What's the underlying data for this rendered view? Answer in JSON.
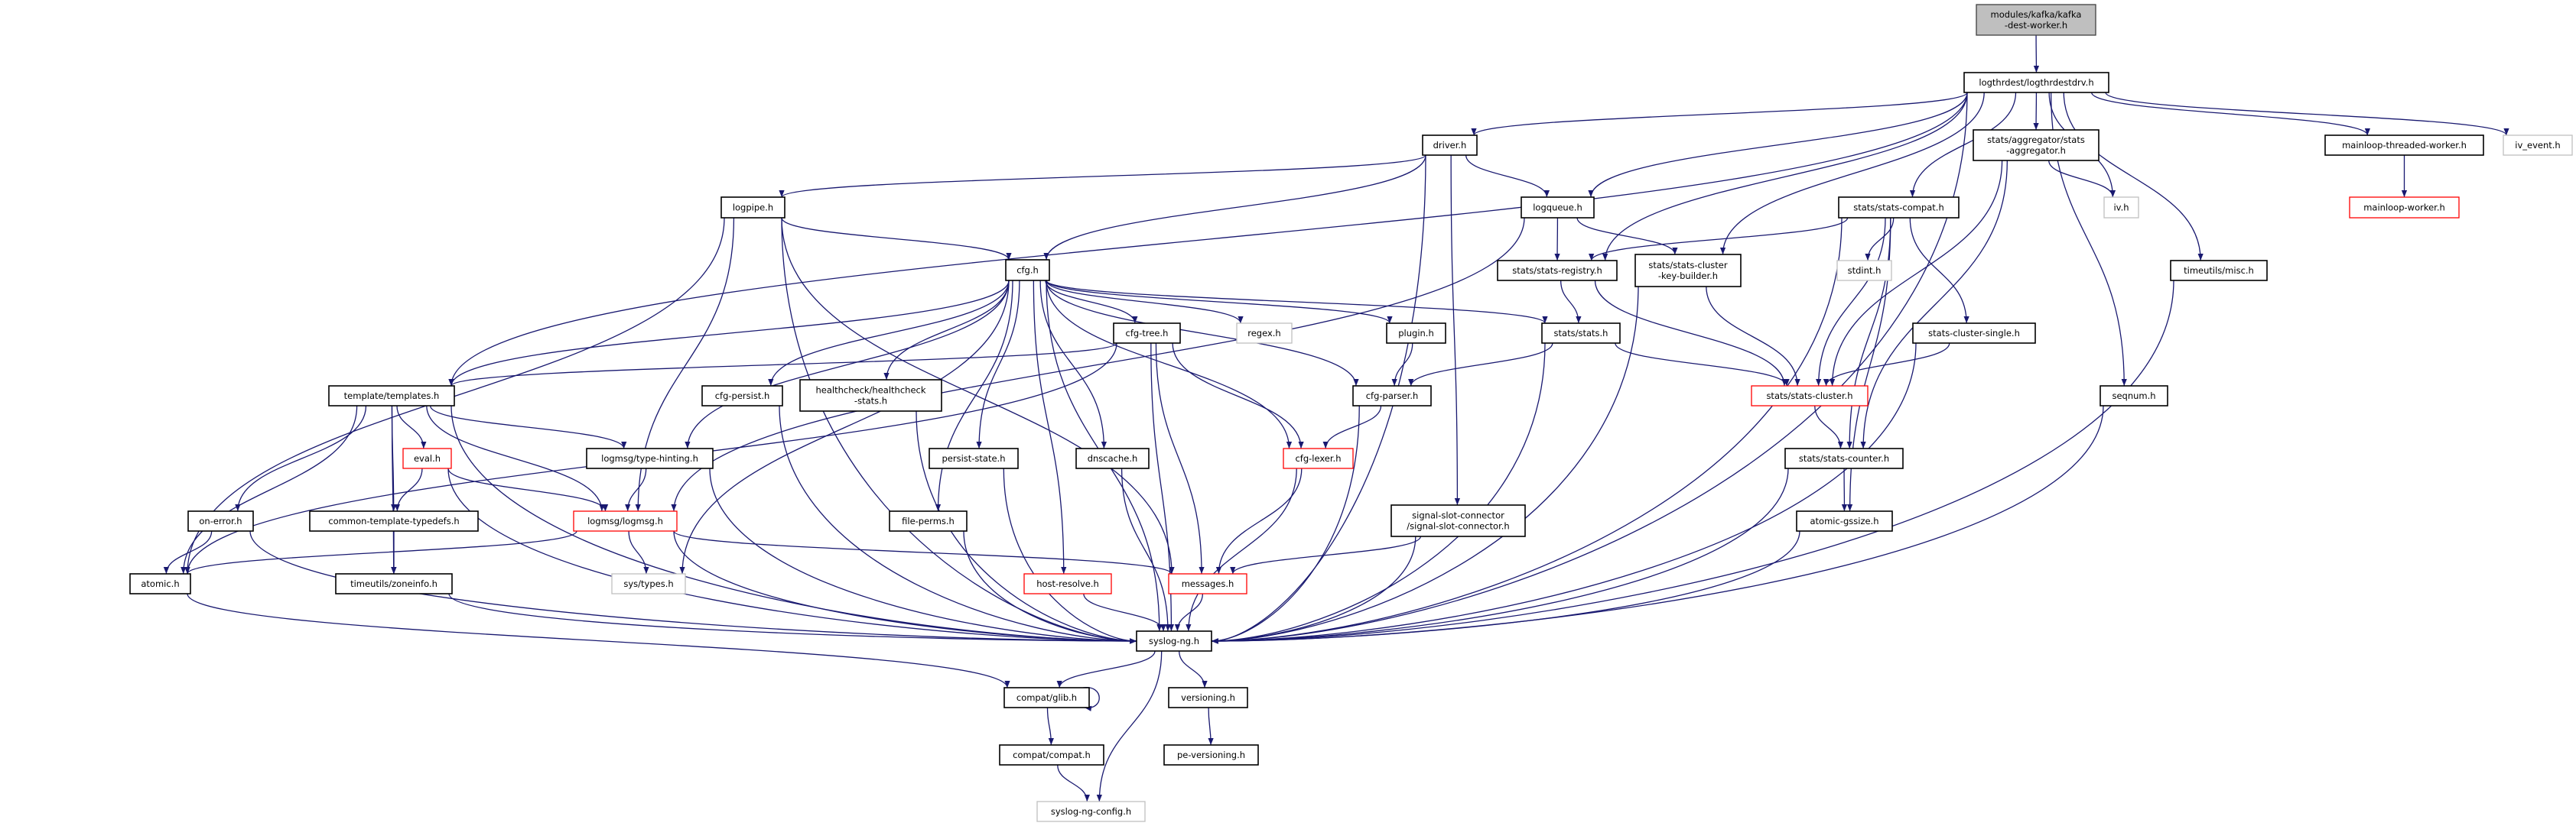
{
  "graph": {
    "edge_color": "#191970",
    "styles": {
      "root": {
        "fill": "#bfbfbf",
        "stroke": "#404040"
      },
      "normal": {
        "fill": "#ffffff",
        "stroke": "#000000"
      },
      "red": {
        "fill": "#ffffff",
        "stroke": "#ff0000"
      },
      "gray": {
        "fill": "#ffffff",
        "stroke": "#bfbfbf"
      }
    },
    "nodes": [
      {
        "id": "kafka",
        "label": [
          "modules/kafka/kafka",
          "-dest-worker.h"
        ],
        "style": "root"
      },
      {
        "id": "logthrdestdrv",
        "label": [
          "logthrdest/logthrdestdrv.h"
        ],
        "style": "normal"
      },
      {
        "id": "driver",
        "label": [
          "driver.h"
        ],
        "style": "normal"
      },
      {
        "id": "aggregator",
        "label": [
          "stats/aggregator/stats",
          "-aggregator.h"
        ],
        "style": "normal"
      },
      {
        "id": "mltw",
        "label": [
          "mainloop-threaded-worker.h"
        ],
        "style": "normal"
      },
      {
        "id": "iv_event",
        "label": [
          "iv_event.h"
        ],
        "style": "gray"
      },
      {
        "id": "logpipe",
        "label": [
          "logpipe.h"
        ],
        "style": "normal"
      },
      {
        "id": "logqueue",
        "label": [
          "logqueue.h"
        ],
        "style": "normal"
      },
      {
        "id": "compat_stats",
        "label": [
          "stats/stats-compat.h"
        ],
        "style": "normal"
      },
      {
        "id": "iv",
        "label": [
          "iv.h"
        ],
        "style": "gray"
      },
      {
        "id": "mlw",
        "label": [
          "mainloop-worker.h"
        ],
        "style": "red"
      },
      {
        "id": "cfg",
        "label": [
          "cfg.h"
        ],
        "style": "normal"
      },
      {
        "id": "registry",
        "label": [
          "stats/stats-registry.h"
        ],
        "style": "normal"
      },
      {
        "id": "keybuilder",
        "label": [
          "stats/stats-cluster",
          "-key-builder.h"
        ],
        "style": "normal"
      },
      {
        "id": "stdint",
        "label": [
          "stdint.h"
        ],
        "style": "gray"
      },
      {
        "id": "misc",
        "label": [
          "timeutils/misc.h"
        ],
        "style": "normal"
      },
      {
        "id": "cfgtree",
        "label": [
          "cfg-tree.h"
        ],
        "style": "normal"
      },
      {
        "id": "regex",
        "label": [
          "regex.h"
        ],
        "style": "gray"
      },
      {
        "id": "plugin",
        "label": [
          "plugin.h"
        ],
        "style": "normal"
      },
      {
        "id": "stats",
        "label": [
          "stats/stats.h"
        ],
        "style": "normal"
      },
      {
        "id": "single",
        "label": [
          "stats-cluster-single.h"
        ],
        "style": "normal"
      },
      {
        "id": "templates",
        "label": [
          "template/templates.h"
        ],
        "style": "normal"
      },
      {
        "id": "cfgpersist",
        "label": [
          "cfg-persist.h"
        ],
        "style": "normal"
      },
      {
        "id": "health",
        "label": [
          "healthcheck/healthcheck",
          "-stats.h"
        ],
        "style": "normal"
      },
      {
        "id": "cfgparser",
        "label": [
          "cfg-parser.h"
        ],
        "style": "normal"
      },
      {
        "id": "cluster",
        "label": [
          "stats/stats-cluster.h"
        ],
        "style": "red"
      },
      {
        "id": "seqnum",
        "label": [
          "seqnum.h"
        ],
        "style": "normal"
      },
      {
        "id": "eval",
        "label": [
          "eval.h"
        ],
        "style": "red"
      },
      {
        "id": "typehint",
        "label": [
          "logmsg/type-hinting.h"
        ],
        "style": "normal"
      },
      {
        "id": "persiststate",
        "label": [
          "persist-state.h"
        ],
        "style": "normal"
      },
      {
        "id": "dnscache",
        "label": [
          "dnscache.h"
        ],
        "style": "normal"
      },
      {
        "id": "cfglexer",
        "label": [
          "cfg-lexer.h"
        ],
        "style": "red"
      },
      {
        "id": "counter",
        "label": [
          "stats/stats-counter.h"
        ],
        "style": "normal"
      },
      {
        "id": "onerror",
        "label": [
          "on-error.h"
        ],
        "style": "normal"
      },
      {
        "id": "ctt",
        "label": [
          "common-template-typedefs.h"
        ],
        "style": "normal"
      },
      {
        "id": "logmsg",
        "label": [
          "logmsg/logmsg.h"
        ],
        "style": "red"
      },
      {
        "id": "fileperms",
        "label": [
          "file-perms.h"
        ],
        "style": "normal"
      },
      {
        "id": "ssc",
        "label": [
          "signal-slot-connector",
          "/signal-slot-connector.h"
        ],
        "style": "normal"
      },
      {
        "id": "gssize",
        "label": [
          "atomic-gssize.h"
        ],
        "style": "normal"
      },
      {
        "id": "atomic",
        "label": [
          "atomic.h"
        ],
        "style": "normal"
      },
      {
        "id": "zoneinfo",
        "label": [
          "timeutils/zoneinfo.h"
        ],
        "style": "normal"
      },
      {
        "id": "systypes",
        "label": [
          "sys/types.h"
        ],
        "style": "gray"
      },
      {
        "id": "hostresolve",
        "label": [
          "host-resolve.h"
        ],
        "style": "red"
      },
      {
        "id": "messages",
        "label": [
          "messages.h"
        ],
        "style": "red"
      },
      {
        "id": "syslogng",
        "label": [
          "syslog-ng.h"
        ],
        "style": "normal"
      },
      {
        "id": "glib",
        "label": [
          "compat/glib.h"
        ],
        "style": "normal"
      },
      {
        "id": "versioning",
        "label": [
          "versioning.h"
        ],
        "style": "normal"
      },
      {
        "id": "compat",
        "label": [
          "compat/compat.h"
        ],
        "style": "normal"
      },
      {
        "id": "peversioning",
        "label": [
          "pe-versioning.h"
        ],
        "style": "normal"
      },
      {
        "id": "config",
        "label": [
          "syslog-ng-config.h"
        ],
        "style": "gray"
      }
    ],
    "edges": [
      [
        "kafka",
        "logthrdestdrv"
      ],
      [
        "logthrdestdrv",
        "templates"
      ],
      [
        "logthrdestdrv",
        "driver"
      ],
      [
        "logthrdestdrv",
        "logqueue"
      ],
      [
        "logthrdestdrv",
        "registry"
      ],
      [
        "logthrdestdrv",
        "keybuilder"
      ],
      [
        "logthrdestdrv",
        "compat_stats"
      ],
      [
        "logthrdestdrv",
        "aggregator"
      ],
      [
        "logthrdestdrv",
        "iv"
      ],
      [
        "logthrdestdrv",
        "mltw"
      ],
      [
        "logthrdestdrv",
        "iv_event"
      ],
      [
        "logthrdestdrv",
        "misc"
      ],
      [
        "logthrdestdrv",
        "seqnum"
      ],
      [
        "logthrdestdrv",
        "syslogng"
      ],
      [
        "driver",
        "logpipe"
      ],
      [
        "driver",
        "cfg"
      ],
      [
        "driver",
        "logqueue"
      ],
      [
        "driver",
        "syslogng"
      ],
      [
        "driver",
        "ssc"
      ],
      [
        "logpipe",
        "cfg"
      ],
      [
        "logpipe",
        "atomic"
      ],
      [
        "logpipe",
        "logmsg"
      ],
      [
        "logpipe",
        "messages"
      ],
      [
        "logpipe",
        "syslogng"
      ],
      [
        "logqueue",
        "logmsg"
      ],
      [
        "logqueue",
        "registry"
      ],
      [
        "logqueue",
        "keybuilder"
      ],
      [
        "aggregator",
        "iv"
      ],
      [
        "aggregator",
        "cluster"
      ],
      [
        "aggregator",
        "counter"
      ],
      [
        "compat_stats",
        "registry"
      ],
      [
        "compat_stats",
        "stdint"
      ],
      [
        "compat_stats",
        "cluster"
      ],
      [
        "compat_stats",
        "single"
      ],
      [
        "compat_stats",
        "counter"
      ],
      [
        "compat_stats",
        "gssize"
      ],
      [
        "compat_stats",
        "syslogng"
      ],
      [
        "mltw",
        "mlw"
      ],
      [
        "cfg",
        "templates"
      ],
      [
        "cfg",
        "cfgtree"
      ],
      [
        "cfg",
        "regex"
      ],
      [
        "cfg",
        "plugin"
      ],
      [
        "cfg",
        "stats"
      ],
      [
        "cfg",
        "cfgparser"
      ],
      [
        "cfg",
        "cfgpersist"
      ],
      [
        "cfg",
        "health"
      ],
      [
        "cfg",
        "persiststate"
      ],
      [
        "cfg",
        "dnscache"
      ],
      [
        "cfg",
        "fileperms"
      ],
      [
        "cfg",
        "hostresolve"
      ],
      [
        "cfg",
        "cfglexer"
      ],
      [
        "cfg",
        "typehint"
      ],
      [
        "cfg",
        "systypes"
      ],
      [
        "cfg",
        "syslogng"
      ],
      [
        "registry",
        "stats"
      ],
      [
        "registry",
        "cluster"
      ],
      [
        "keybuilder",
        "cluster"
      ],
      [
        "keybuilder",
        "syslogng"
      ],
      [
        "misc",
        "syslogng"
      ],
      [
        "cfgtree",
        "templates"
      ],
      [
        "cfgtree",
        "atomic"
      ],
      [
        "cfgtree",
        "cfglexer"
      ],
      [
        "cfgtree",
        "messages"
      ],
      [
        "cfgtree",
        "syslogng"
      ],
      [
        "plugin",
        "cfgparser"
      ],
      [
        "stats",
        "cfgparser"
      ],
      [
        "stats",
        "cluster"
      ],
      [
        "stats",
        "syslogng"
      ],
      [
        "single",
        "cluster"
      ],
      [
        "single",
        "syslogng"
      ],
      [
        "templates",
        "eval"
      ],
      [
        "templates",
        "typehint"
      ],
      [
        "templates",
        "ctt"
      ],
      [
        "templates",
        "onerror"
      ],
      [
        "templates",
        "atomic"
      ],
      [
        "templates",
        "zoneinfo"
      ],
      [
        "templates",
        "logmsg"
      ],
      [
        "templates",
        "syslogng"
      ],
      [
        "cfgpersist",
        "syslogng"
      ],
      [
        "health",
        "syslogng"
      ],
      [
        "cfgparser",
        "cfglexer"
      ],
      [
        "cfgparser",
        "syslogng"
      ],
      [
        "cluster",
        "counter"
      ],
      [
        "seqnum",
        "syslogng"
      ],
      [
        "eval",
        "ctt"
      ],
      [
        "eval",
        "logmsg"
      ],
      [
        "eval",
        "syslogng"
      ],
      [
        "typehint",
        "logmsg"
      ],
      [
        "typehint",
        "syslogng"
      ],
      [
        "persiststate",
        "syslogng"
      ],
      [
        "dnscache",
        "syslogng"
      ],
      [
        "cfglexer",
        "messages"
      ],
      [
        "cfglexer",
        "syslogng"
      ],
      [
        "counter",
        "gssize"
      ],
      [
        "counter",
        "syslogng"
      ],
      [
        "onerror",
        "atomic"
      ],
      [
        "onerror",
        "syslogng"
      ],
      [
        "ctt",
        "zoneinfo"
      ],
      [
        "logmsg",
        "atomic"
      ],
      [
        "logmsg",
        "systypes"
      ],
      [
        "logmsg",
        "messages"
      ],
      [
        "logmsg",
        "syslogng"
      ],
      [
        "fileperms",
        "syslogng"
      ],
      [
        "ssc",
        "messages"
      ],
      [
        "ssc",
        "syslogng"
      ],
      [
        "gssize",
        "syslogng"
      ],
      [
        "atomic",
        "glib"
      ],
      [
        "zoneinfo",
        "syslogng"
      ],
      [
        "hostresolve",
        "syslogng"
      ],
      [
        "messages",
        "syslogng"
      ],
      [
        "syslogng",
        "glib"
      ],
      [
        "syslogng",
        "versioning"
      ],
      [
        "syslogng",
        "config"
      ],
      [
        "glib",
        "glib"
      ],
      [
        "glib",
        "compat"
      ],
      [
        "compat",
        "config"
      ],
      [
        "versioning",
        "peversioning"
      ]
    ]
  }
}
